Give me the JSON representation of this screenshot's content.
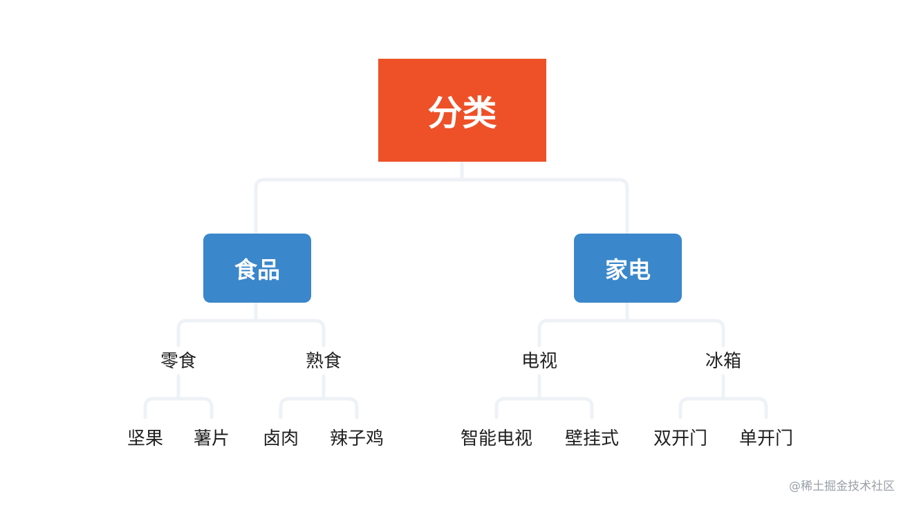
{
  "root": {
    "label": "分类"
  },
  "categories": [
    {
      "label": "食品",
      "children": [
        {
          "label": "零食",
          "children": [
            {
              "label": "坚果"
            },
            {
              "label": "薯片"
            }
          ]
        },
        {
          "label": "熟食",
          "children": [
            {
              "label": "卤肉"
            },
            {
              "label": "辣子鸡"
            }
          ]
        }
      ]
    },
    {
      "label": "家电",
      "children": [
        {
          "label": "电视",
          "children": [
            {
              "label": "智能电视"
            },
            {
              "label": "壁挂式"
            }
          ]
        },
        {
          "label": "冰箱",
          "children": [
            {
              "label": "双开门"
            },
            {
              "label": "单开门"
            }
          ]
        }
      ]
    }
  ],
  "watermark": "@稀土掘金技术社区",
  "colors": {
    "root_fill": "#ee5128",
    "category_fill": "#3a87cb",
    "connector": "#eef2f6",
    "leaf_text": "#1f1f1f",
    "watermark_text": "#9aa0a6"
  }
}
